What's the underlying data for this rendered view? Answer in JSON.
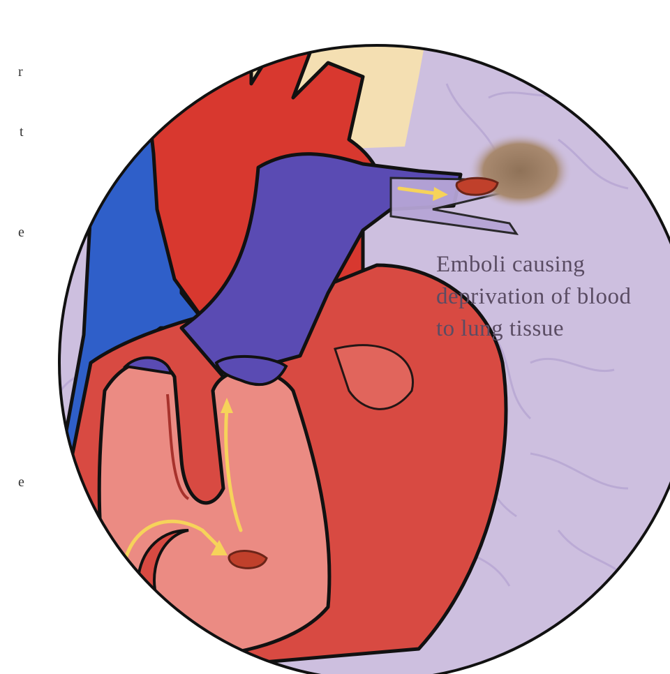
{
  "caption": {
    "lines": [
      "Emboli causing",
      "deprivation of blood",
      "to lung tissue"
    ]
  },
  "cropped_text_fragments": [
    "r",
    "t",
    "e",
    "e"
  ],
  "colors": {
    "lung_background": "#cdbfdf",
    "outer_background": "#c9bcdb",
    "aorta_and_arteries": "#d8382f",
    "heart_muscle": "#d84a42",
    "right_ventricle_interior": "#eb8b83",
    "venous_blood": "#5a4bb3",
    "vena_cava": "#2f5fc9",
    "upper_background": "#f4dfb2",
    "flow_arrows": "#f6d35a",
    "embolus": "#c0402b",
    "infarct_area": "#9b7b63"
  },
  "icons": [
    "blood-flow-arrow-icon",
    "embolus-icon"
  ]
}
